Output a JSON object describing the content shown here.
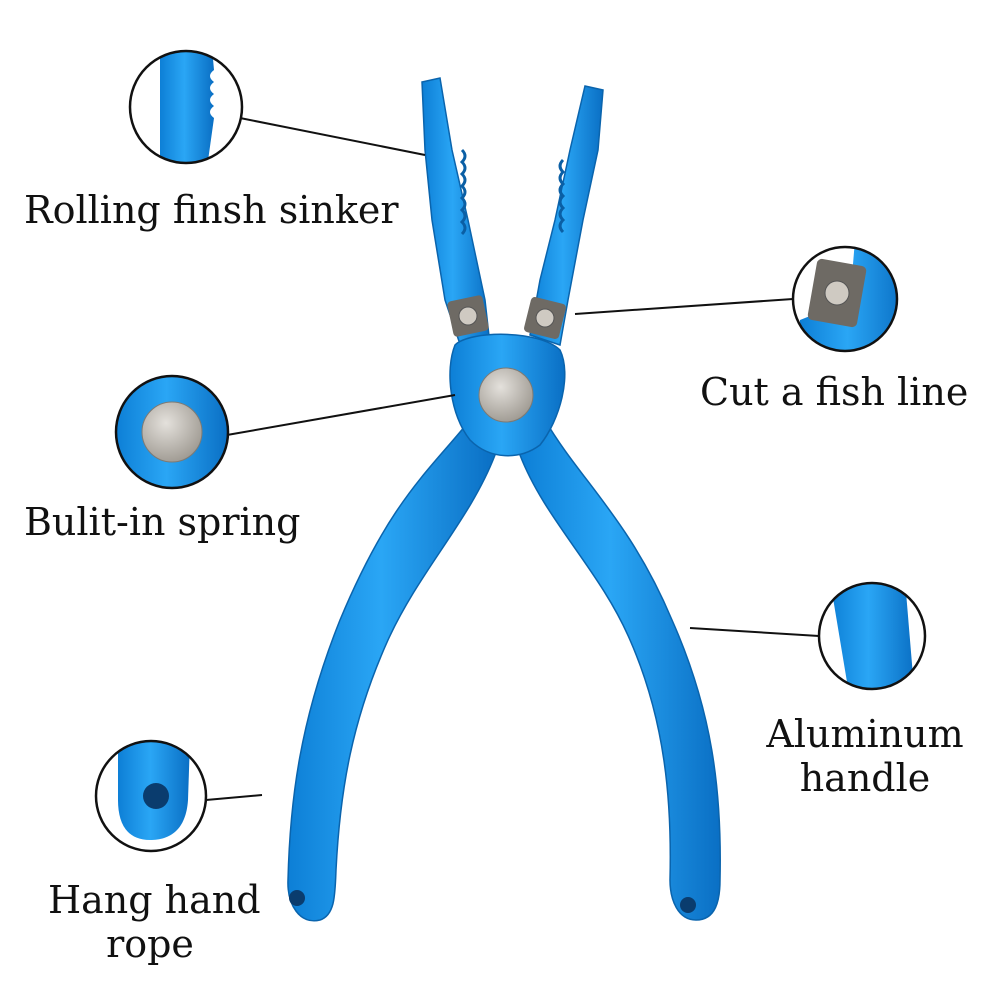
{
  "labels": {
    "rolling": "Rolling finsh sinker",
    "cut": "Cut a fish line",
    "spring": "Bulit-in spring",
    "aluminum_line1": "Aluminum",
    "aluminum_line2": "handle",
    "hang_line1": "Hang hand",
    "hang_line2": "rope"
  },
  "colors": {
    "tool_blue": "#1e9bf0",
    "tool_blue_dark": "#0b6fc2",
    "outline": "#111111",
    "metal": "#b9b5ae"
  },
  "icons": [
    "pliers-tool",
    "detail-callout-circle",
    "pivot-spring-rivet",
    "blade-screw",
    "lanyard-hole"
  ]
}
